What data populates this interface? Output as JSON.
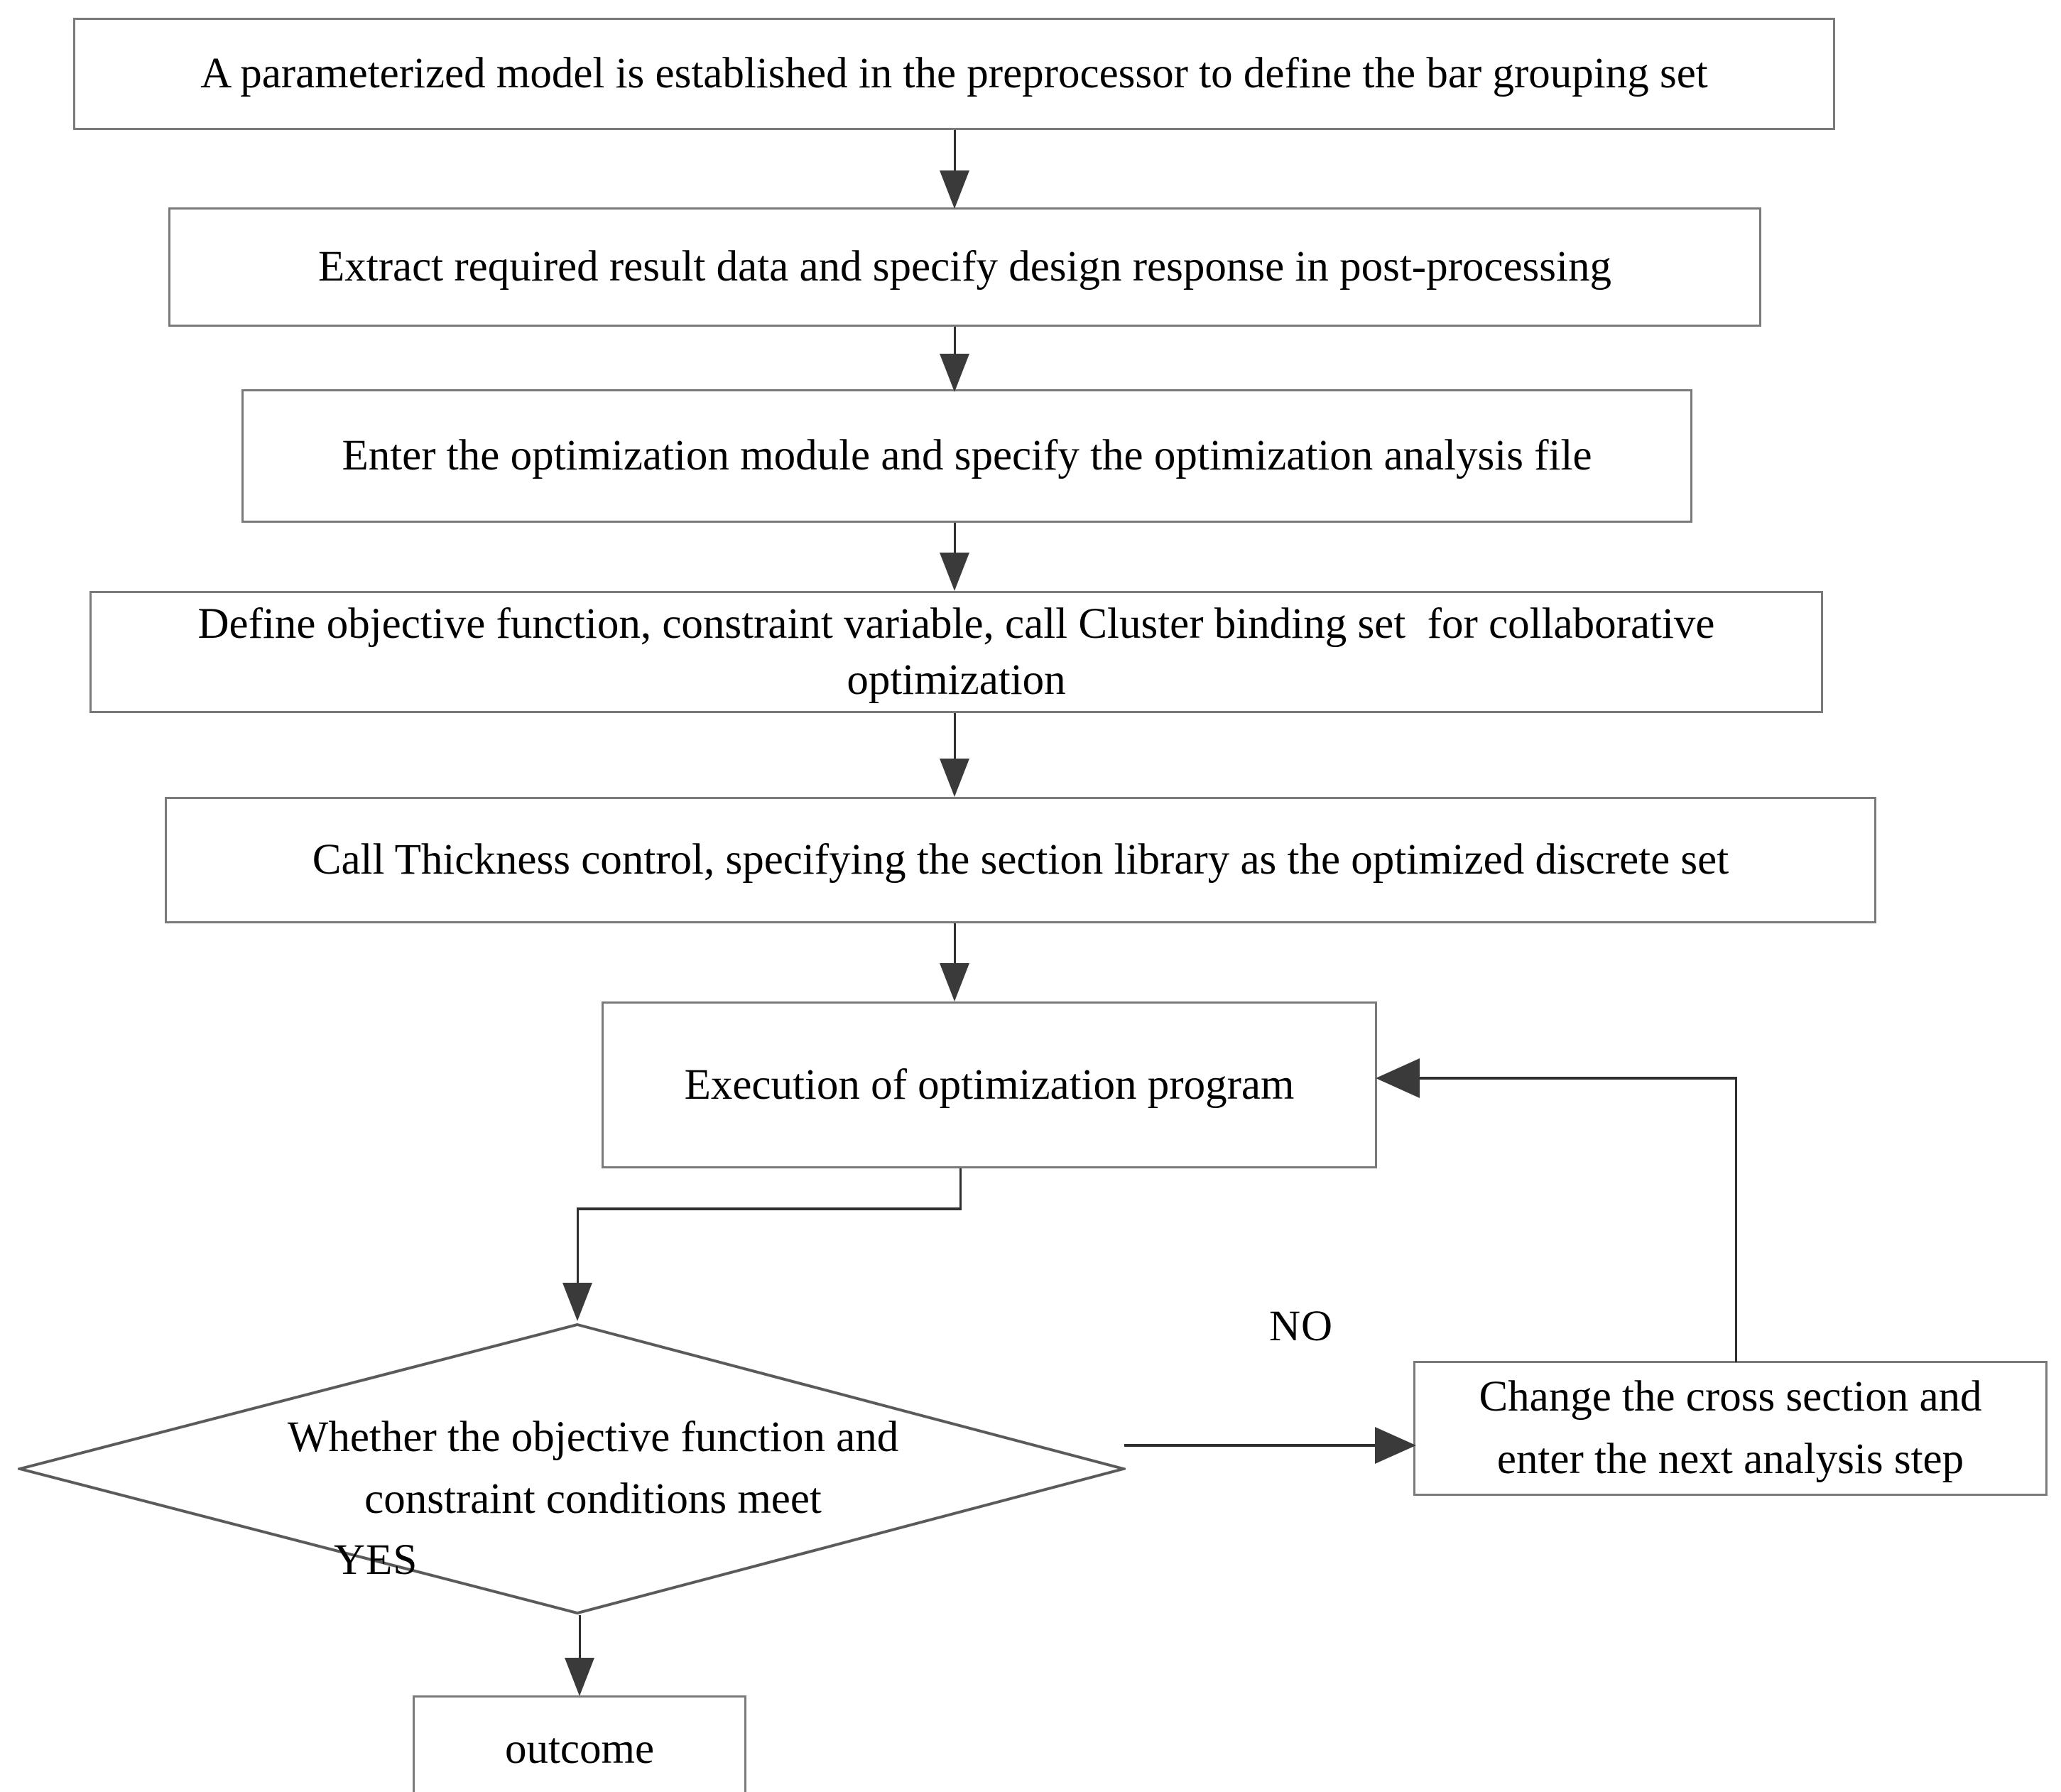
{
  "diagram": {
    "title": "Structural optimization workflow flowchart",
    "colors": {
      "box_border": "#7a7a7a",
      "connector": "#2f2f2f",
      "arrow_head": "#3a3a3a",
      "diamond_stroke": "#5a5a5a",
      "text": "#000000",
      "background": "#ffffff"
    },
    "nodes": {
      "parameterized_model": {
        "shape": "process",
        "text": "A parameterized model is established in the preprocessor to define the bar grouping set"
      },
      "extract_result_data": {
        "shape": "process",
        "text": "Extract required result data and specify design response in post-processing"
      },
      "optimization_module": {
        "shape": "process",
        "text": "Enter the optimization module and specify the optimization analysis file"
      },
      "define_objective": {
        "shape": "process",
        "text": "Define objective function, constraint variable, call Cluster binding set  for collaborative optimization"
      },
      "thickness_control": {
        "shape": "process",
        "text": "Call Thickness control, specifying the section library as the optimized discrete set"
      },
      "execution_program": {
        "shape": "process",
        "text": "Execution of optimization program"
      },
      "condition": {
        "shape": "decision",
        "text": "Whether the objective function and\nconstraint conditions meet"
      },
      "change_cross_section": {
        "shape": "process",
        "text": "Change the cross section and\nenter the next analysis step"
      },
      "outcome": {
        "shape": "process",
        "text": "outcome"
      }
    },
    "branch_labels": {
      "no": "NO",
      "yes": "YES"
    },
    "edges": [
      {
        "from": "parameterized_model",
        "to": "extract_result_data",
        "label": ""
      },
      {
        "from": "extract_result_data",
        "to": "optimization_module",
        "label": ""
      },
      {
        "from": "optimization_module",
        "to": "define_objective",
        "label": ""
      },
      {
        "from": "define_objective",
        "to": "thickness_control",
        "label": ""
      },
      {
        "from": "thickness_control",
        "to": "execution_program",
        "label": ""
      },
      {
        "from": "execution_program",
        "to": "condition",
        "label": ""
      },
      {
        "from": "condition",
        "to": "change_cross_section",
        "label": "NO"
      },
      {
        "from": "condition",
        "to": "outcome",
        "label": "YES"
      },
      {
        "from": "change_cross_section",
        "to": "execution_program",
        "label": ""
      }
    ]
  }
}
